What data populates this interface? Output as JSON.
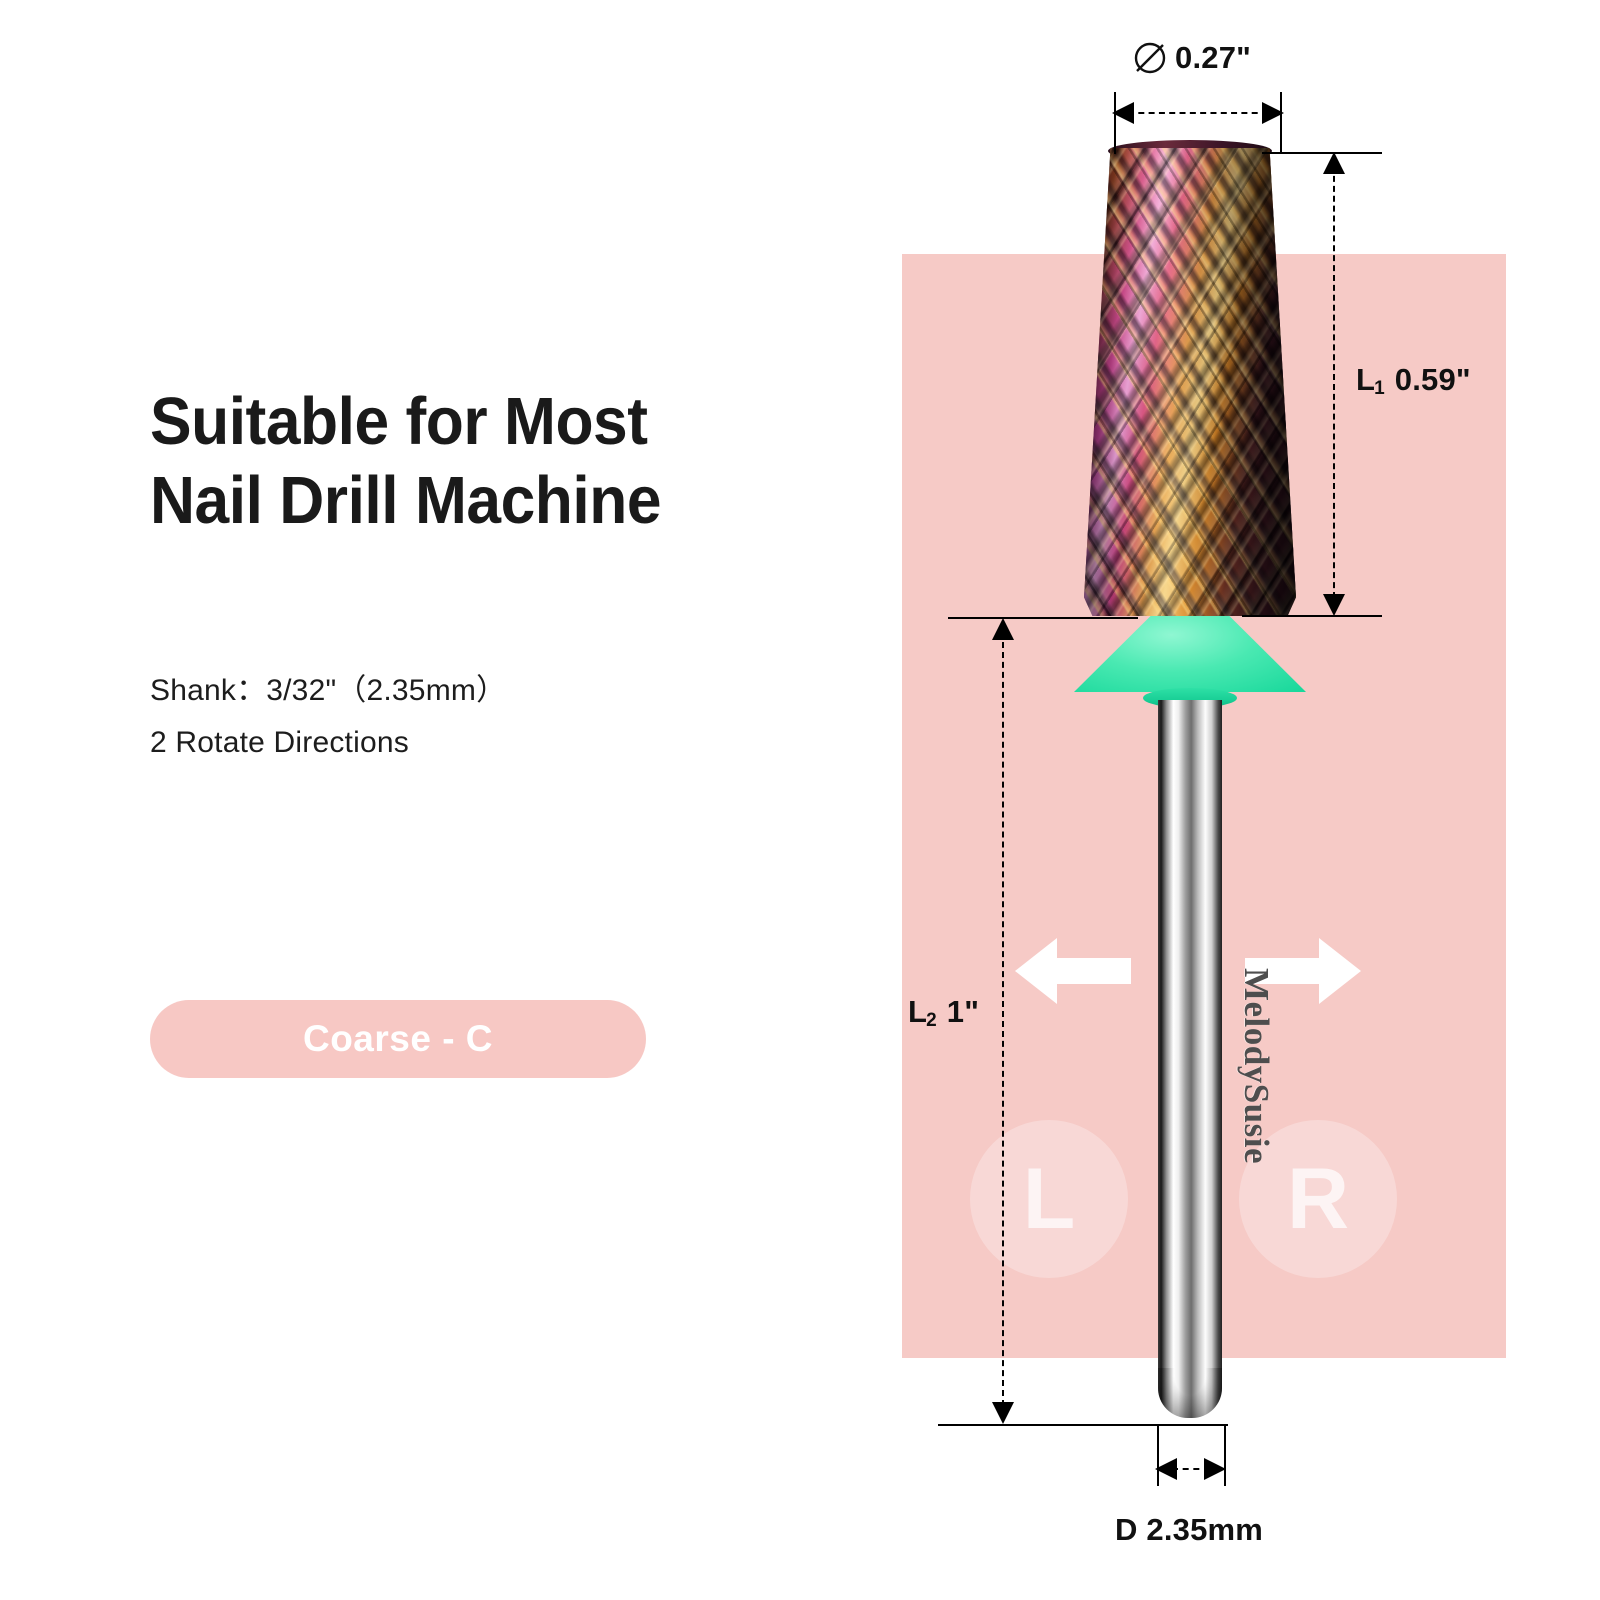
{
  "headline": "Suitable for Most\nNail Drill Machine",
  "specs": {
    "shank": "Shank：3/32\"（2.35mm）",
    "rotate": "2 Rotate Directions"
  },
  "grit_badge": {
    "label": "Coarse - C",
    "background_color": "#F7C8C4",
    "text_color": "#FFFFFF"
  },
  "product": {
    "brand_engraving": "MelodySusie",
    "head_colors": [
      "#C97A22",
      "#FF3CD7",
      "#3A1524"
    ],
    "collar_color": "#3FE9B0",
    "shank_color": "#C0C0C0"
  },
  "panel": {
    "background_color": "#F6CAC6",
    "direction_left": "L",
    "direction_right": "R"
  },
  "dimensions": {
    "diameter_symbol": "⌀",
    "top_diameter": "0.27\"",
    "head_length_prefix": "L",
    "head_length_sub": "1",
    "head_length_value": "0.59\"",
    "shank_length_prefix": "L",
    "shank_length_sub": "2",
    "shank_length_value": "1\"",
    "shank_diameter": "D 2.35mm"
  }
}
